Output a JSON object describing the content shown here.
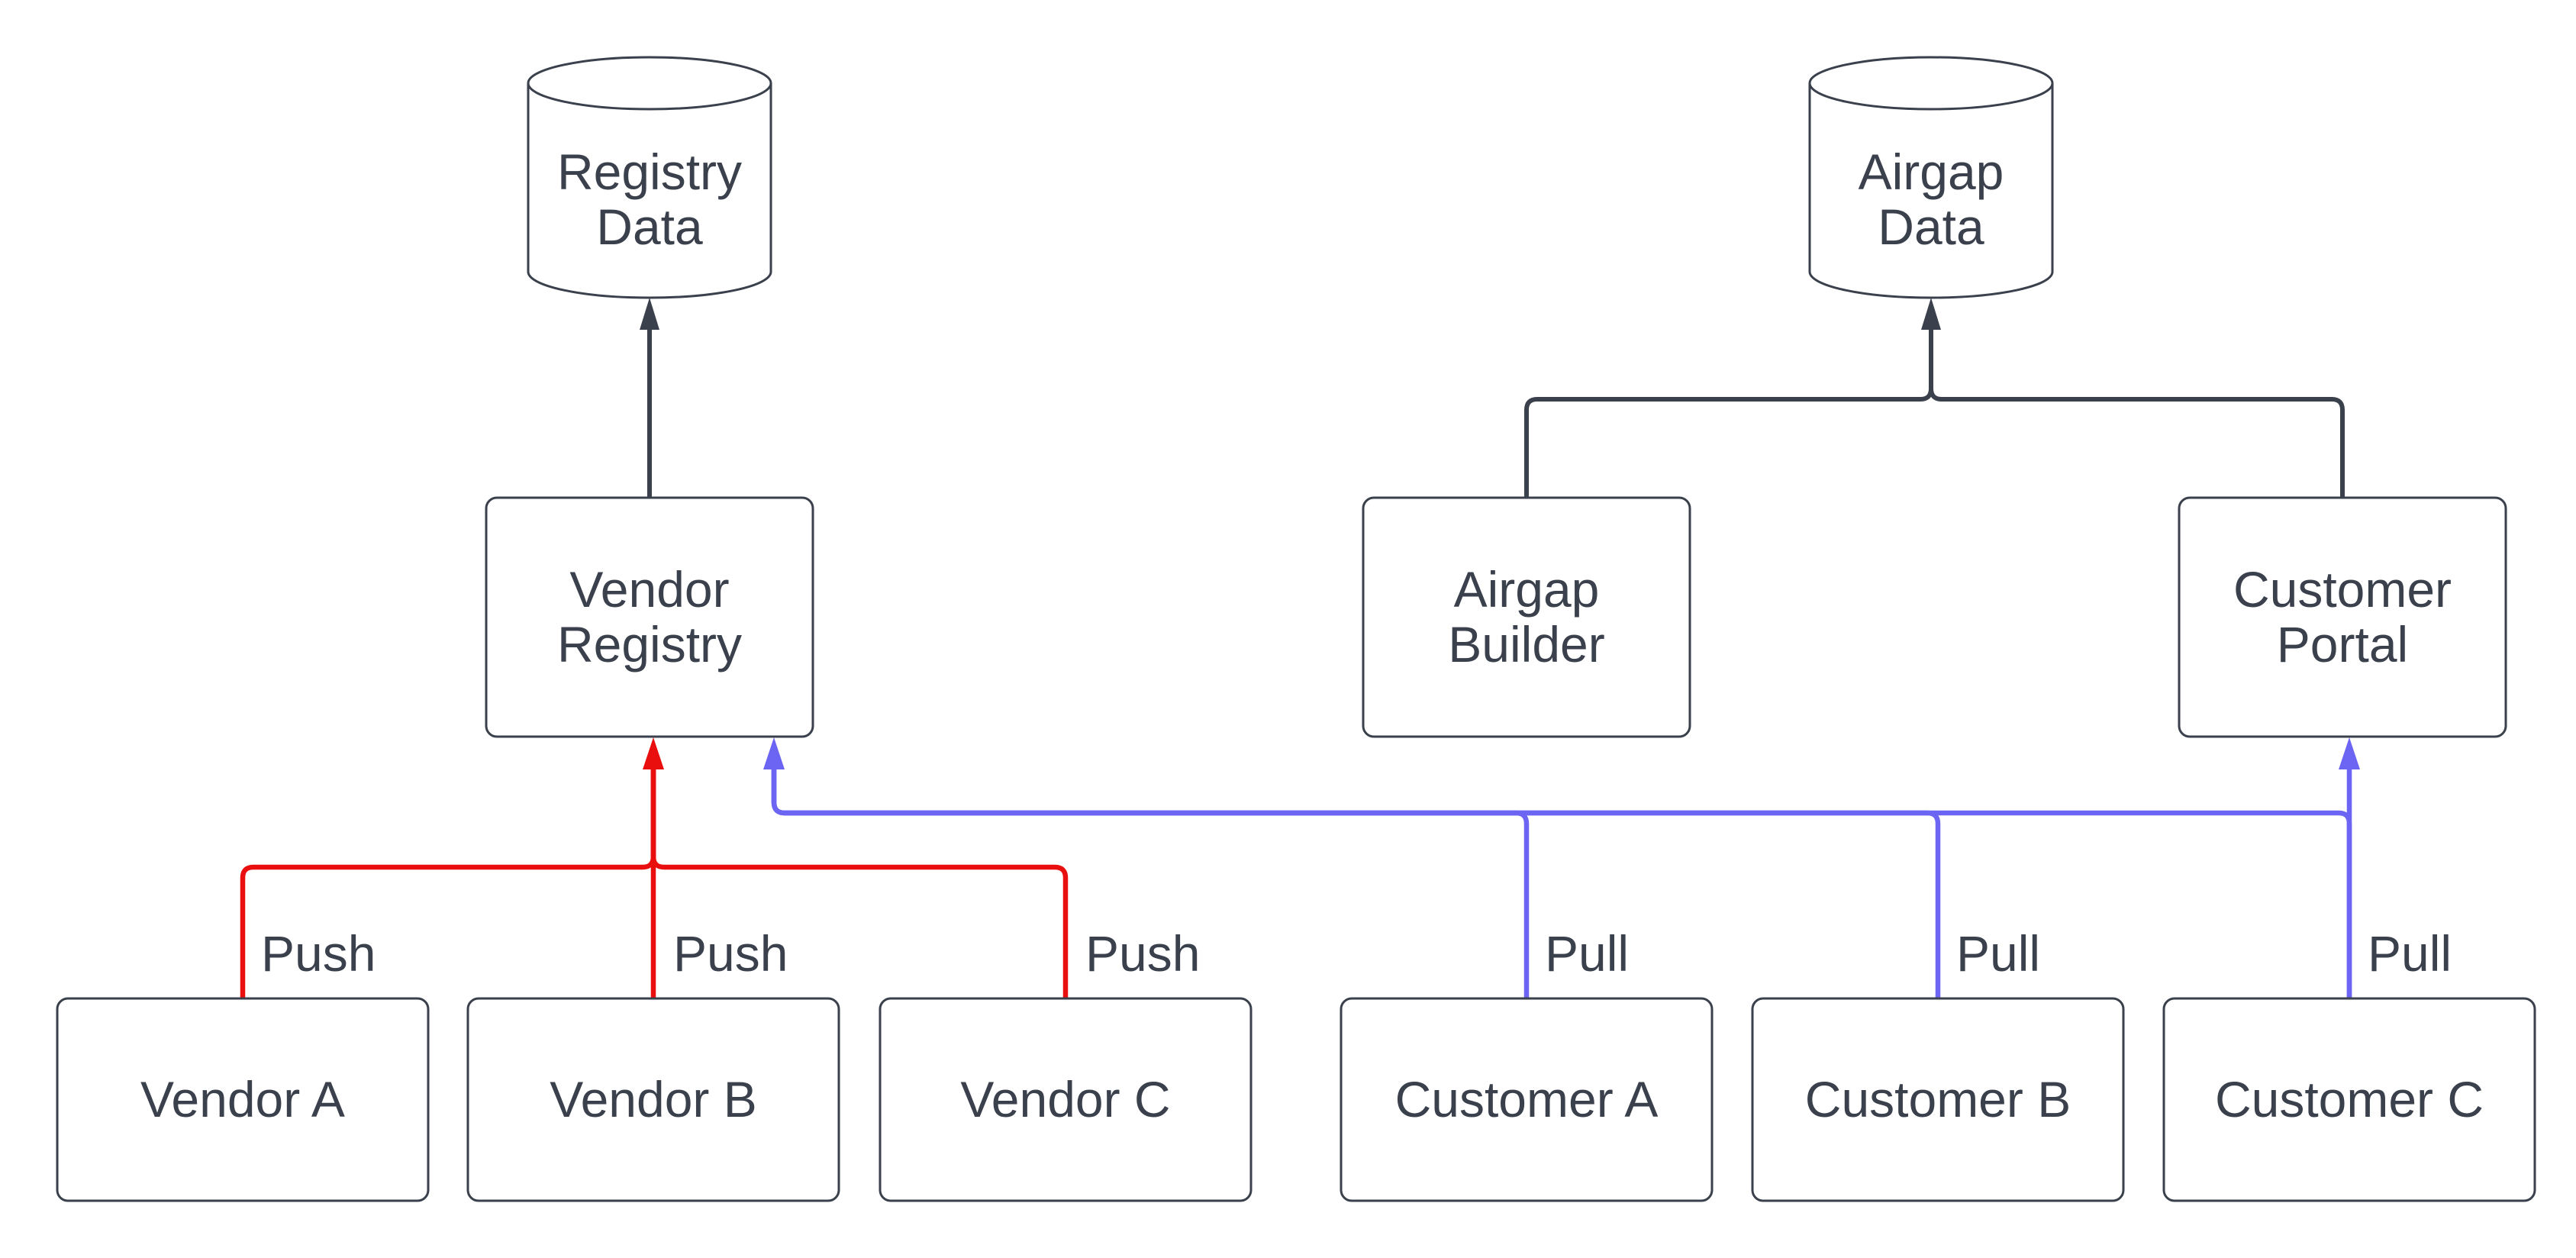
{
  "colors": {
    "background": "#ffffff",
    "dark": "#3A404C",
    "text": "#3A414D",
    "push": "#E90F0F",
    "pull": "#6C64F2"
  },
  "diagram": {
    "databases": [
      {
        "lines": [
          "Registry",
          "Data"
        ]
      },
      {
        "lines": [
          "Airgap",
          "Data"
        ]
      }
    ],
    "services": [
      {
        "lines": [
          "Vendor",
          "Registry"
        ]
      },
      {
        "lines": [
          "Airgap",
          "Builder"
        ]
      },
      {
        "lines": [
          "Customer",
          "Portal"
        ]
      }
    ],
    "vendors": [
      {
        "label": "Vendor A"
      },
      {
        "label": "Vendor B"
      },
      {
        "label": "Vendor C"
      }
    ],
    "customers": [
      {
        "label": "Customer A"
      },
      {
        "label": "Customer B"
      },
      {
        "label": "Customer C"
      }
    ],
    "push_edges": [
      {
        "label": "Push"
      },
      {
        "label": "Push"
      },
      {
        "label": "Push"
      }
    ],
    "pull_edges": [
      {
        "label": "Pull"
      },
      {
        "label": "Pull"
      },
      {
        "label": "Pull"
      }
    ]
  }
}
